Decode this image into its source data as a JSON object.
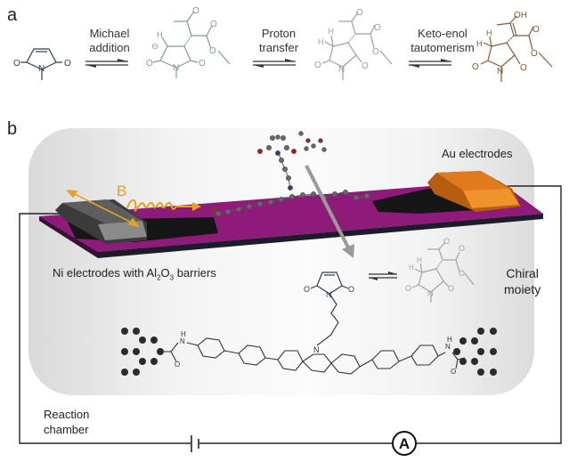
{
  "panel_a": {
    "label": "a",
    "steps": [
      {
        "label_line1": "Michael",
        "label_line2": "addition"
      },
      {
        "label_line1": "Proton",
        "label_line2": "transfer"
      },
      {
        "label_line1": "Keto-enol",
        "label_line2": "tautomerism"
      }
    ],
    "molecules": [
      {
        "name": "N-methylmaleimide",
        "color": "#2c3e55"
      },
      {
        "name": "enolate intermediate",
        "color": "#7f9aa0"
      },
      {
        "name": "keto adduct",
        "color": "#9a9f9c"
      },
      {
        "name": "enol product",
        "color": "#8a5a32"
      }
    ],
    "atoms": {
      "O": "O",
      "N": "N",
      "H": "H",
      "OH": "OH",
      "minus": "⊖"
    }
  },
  "panel_b": {
    "label": "b",
    "field_label": "B",
    "au_label": "Au electrodes",
    "ni_label_prefix": "Ni electrodes with Al",
    "ni_label_sub1": "2",
    "ni_label_mid": "O",
    "ni_label_sub2": "3",
    "ni_label_suffix": " barriers",
    "chiral_line1": "Chiral",
    "chiral_line2": "moiety",
    "chamber_line1": "Reaction",
    "chamber_line2": "chamber",
    "ammeter": "A",
    "colors": {
      "substrate": "#8e1a7a",
      "au_electrode": "#e07a1c",
      "ni_electrode": "#5d5d5d",
      "field": "#e8a020",
      "graphene": "#1a1a1a"
    }
  }
}
